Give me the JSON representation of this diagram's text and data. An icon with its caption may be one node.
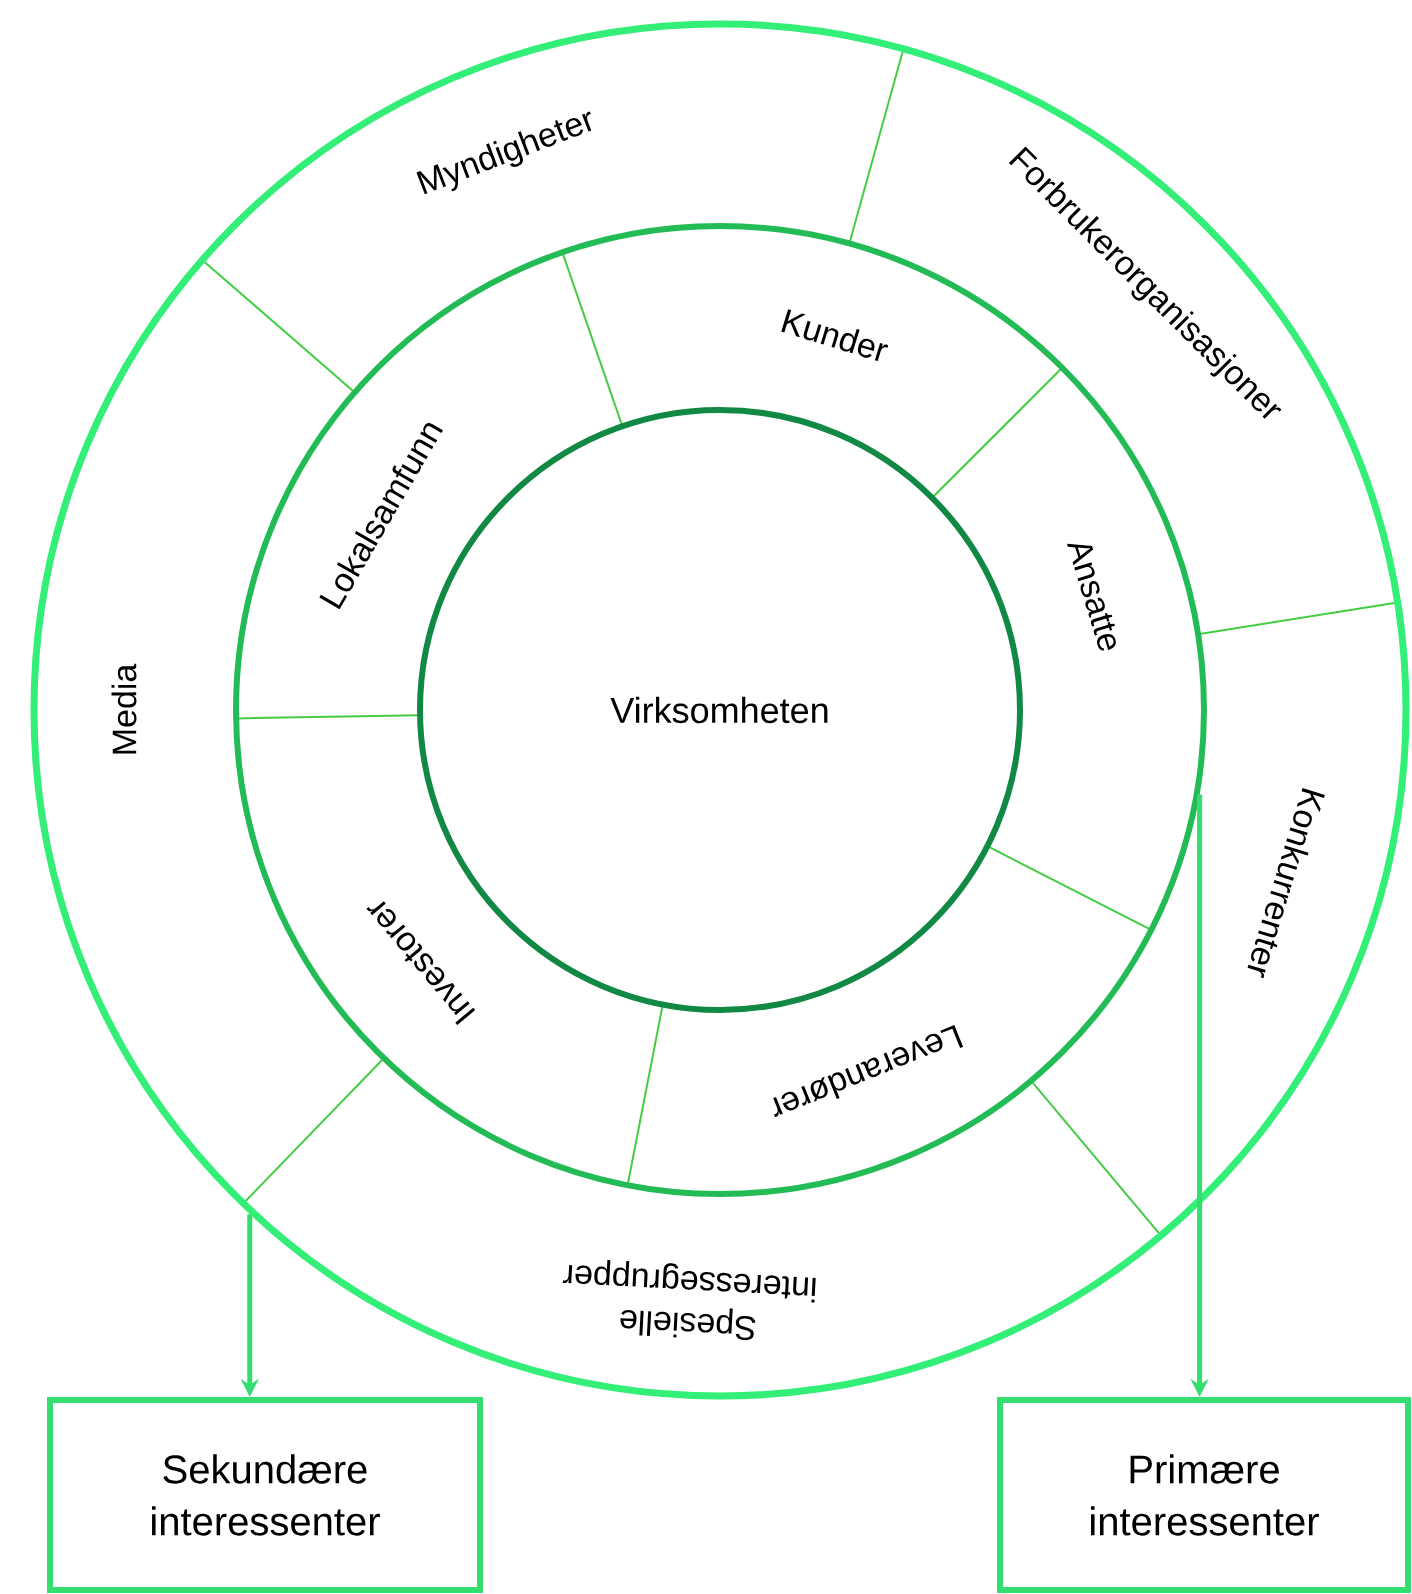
{
  "diagram": {
    "nodes": [
      {
        "text": [],
        "shape": "circle"
      },
      {
        "text": [],
        "shape": "circle",
        "in": 0
      },
      {
        "text": [
          "Virksomheten"
        ],
        "in": 1
      },
      {
        "text": [
          "Sekundære interessenter"
        ]
      },
      {
        "text": [
          "Primære interessenter"
        ]
      }
    ],
    "edges": [
      {
        "from": 0,
        "to": 3,
        "arrow": "to"
      },
      {
        "from": 1,
        "to": 4,
        "arrow": "to"
      }
    ],
    "labels": [
      "Myndigheter",
      "Forbrukerorganisasjoner",
      "Kunder",
      "Lokalsamfunn",
      "Ansatte",
      "Media",
      "Konkurrenter",
      "Investorer",
      "Leverandører",
      "Spesielle interessegrupper"
    ]
  }
}
